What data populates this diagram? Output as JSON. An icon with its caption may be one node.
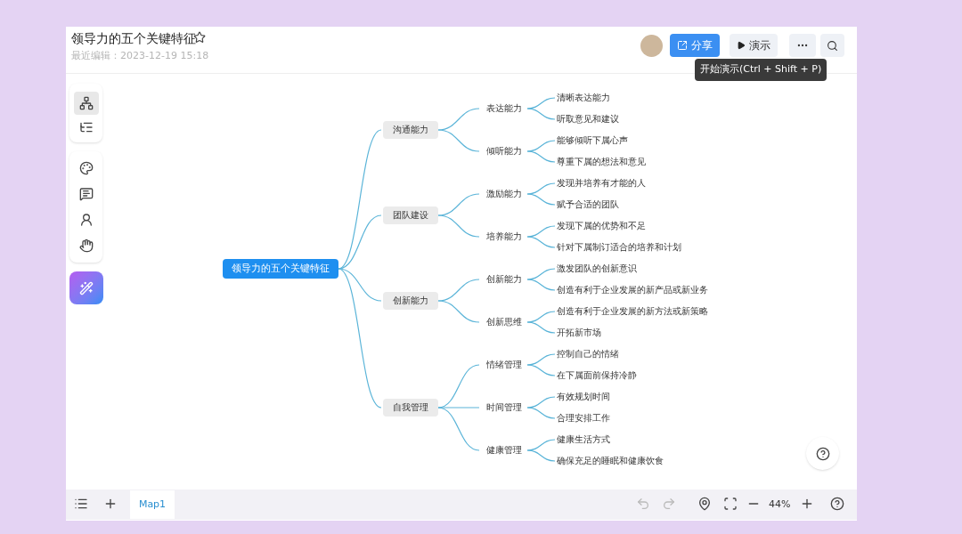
{
  "diagram": {
    "title": "领导力的五个关键特征",
    "nodes": [
      {
        "text": [
          "领导力的五个关键特征"
        ]
      },
      {
        "text": [
          "沟通能力"
        ]
      },
      {
        "text": [
          "表达能力"
        ]
      },
      {
        "text": [
          "清晰表达能力"
        ]
      },
      {
        "text": [
          "听取意见和建议"
        ]
      },
      {
        "text": [
          "倾听能力"
        ]
      },
      {
        "text": [
          "能够倾听下属心声"
        ]
      },
      {
        "text": [
          "尊重下属的想法和意见"
        ]
      },
      {
        "text": [
          "团队建设"
        ]
      },
      {
        "text": [
          "激励能力"
        ]
      },
      {
        "text": [
          "发现并培养有才能的人"
        ]
      },
      {
        "text": [
          "赋予合适的团队"
        ]
      },
      {
        "text": [
          "培养能力"
        ]
      },
      {
        "text": [
          "发现下属的优势和不足"
        ]
      },
      {
        "text": [
          "针对下属制订适合的培养和计划"
        ]
      },
      {
        "text": [
          "创新能力"
        ]
      },
      {
        "text": [
          "创新能力"
        ]
      },
      {
        "text": [
          "激发团队的创新意识"
        ]
      },
      {
        "text": [
          "创造有利于企业发展的新产品或新业务"
        ]
      },
      {
        "text": [
          "创新思维"
        ]
      },
      {
        "text": [
          "创造有利于企业发展的新方法或新策略"
        ]
      },
      {
        "text": [
          "开拓新市场"
        ]
      },
      {
        "text": [
          "自我管理"
        ]
      },
      {
        "text": [
          "情绪管理"
        ]
      },
      {
        "text": [
          "控制自己的情绪"
        ]
      },
      {
        "text": [
          "在下属面前保持冷静"
        ]
      },
      {
        "text": [
          "时间管理"
        ]
      },
      {
        "text": [
          "有效规划时间"
        ]
      },
      {
        "text": [
          "合理安排工作"
        ]
      },
      {
        "text": [
          "健康管理"
        ]
      },
      {
        "text": [
          "健康生活方式"
        ]
      },
      {
        "text": [
          "确保充足的睡眠和健康饮食"
        ]
      }
    ],
    "edges": [
      {
        "from": 0,
        "to": 1,
        "arrow": "none"
      },
      {
        "from": 1,
        "to": 2,
        "arrow": "none"
      },
      {
        "from": 2,
        "to": 3,
        "arrow": "none"
      },
      {
        "from": 2,
        "to": 4,
        "arrow": "none"
      },
      {
        "from": 1,
        "to": 5,
        "arrow": "none"
      },
      {
        "from": 5,
        "to": 6,
        "arrow": "none"
      },
      {
        "from": 5,
        "to": 7,
        "arrow": "none"
      },
      {
        "from": 0,
        "to": 8,
        "arrow": "none"
      },
      {
        "from": 8,
        "to": 9,
        "arrow": "none"
      },
      {
        "from": 9,
        "to": 10,
        "arrow": "none"
      },
      {
        "from": 9,
        "to": 11,
        "arrow": "none"
      },
      {
        "from": 8,
        "to": 12,
        "arrow": "none"
      },
      {
        "from": 12,
        "to": 13,
        "arrow": "none"
      },
      {
        "from": 12,
        "to": 14,
        "arrow": "none"
      },
      {
        "from": 0,
        "to": 15,
        "arrow": "none"
      },
      {
        "from": 15,
        "to": 16,
        "arrow": "none"
      },
      {
        "from": 16,
        "to": 17,
        "arrow": "none"
      },
      {
        "from": 16,
        "to": 18,
        "arrow": "none"
      },
      {
        "from": 15,
        "to": 19,
        "arrow": "none"
      },
      {
        "from": 19,
        "to": 20,
        "arrow": "none"
      },
      {
        "from": 19,
        "to": 21,
        "arrow": "none"
      },
      {
        "from": 0,
        "to": 22,
        "arrow": "none"
      },
      {
        "from": 22,
        "to": 23,
        "arrow": "none"
      },
      {
        "from": 23,
        "to": 24,
        "arrow": "none"
      },
      {
        "from": 23,
        "to": 25,
        "arrow": "none"
      },
      {
        "from": 22,
        "to": 26,
        "arrow": "none"
      },
      {
        "from": 26,
        "to": 27,
        "arrow": "none"
      },
      {
        "from": 26,
        "to": 28,
        "arrow": "none"
      },
      {
        "from": 22,
        "to": 29,
        "arrow": "none"
      },
      {
        "from": 29,
        "to": 30,
        "arrow": "none"
      },
      {
        "from": 29,
        "to": 31,
        "arrow": "none"
      }
    ],
    "labels": [
      "最近编辑：2023-12-19 15:18",
      "分享",
      "演示",
      "开始演示(Ctrl + Shift + P)",
      "Map1",
      "44%"
    ]
  }
}
